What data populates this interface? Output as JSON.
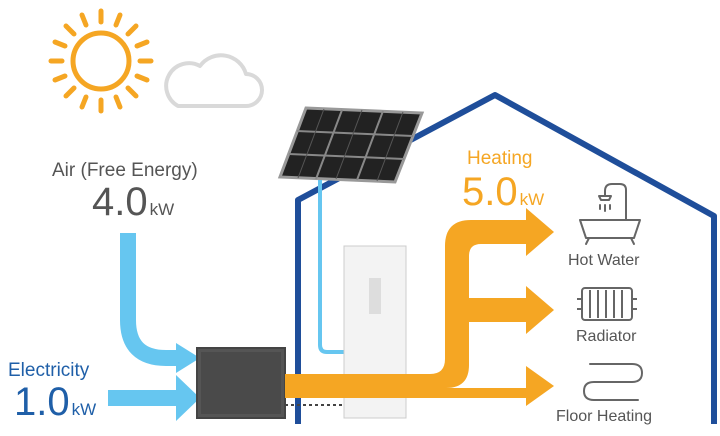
{
  "inputs": {
    "air": {
      "label": "Air (Free Energy)",
      "value": "4.0",
      "unit": "kW"
    },
    "electricity": {
      "label": "Electricity",
      "value": "1.0",
      "unit": "kW"
    }
  },
  "output": {
    "label": "Heating",
    "value": "5.0",
    "unit": "kW"
  },
  "uses": [
    {
      "label": "Hot Water",
      "icon": "bathtub-icon"
    },
    {
      "label": "Radiator",
      "icon": "radiator-icon"
    },
    {
      "label": "Floor Heating",
      "icon": "floor-heating-icon"
    }
  ],
  "colors": {
    "air_flow": "#66c6f0",
    "heating_flow": "#f5a623",
    "house_outline": "#1f4e9a",
    "sun": "#f5a623",
    "cloud": "#d9d9d9",
    "text_gray": "#555555",
    "electricity_text": "#1f5fa8"
  }
}
